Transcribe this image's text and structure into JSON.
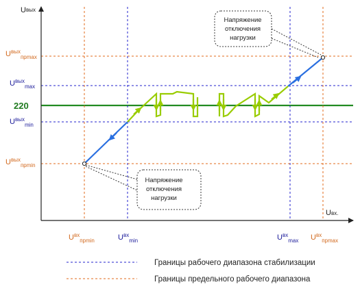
{
  "axes": {
    "y_label_main": "U",
    "y_label_sub": "вых",
    "x_label_main": "U",
    "x_label_sub": "вх."
  },
  "y_levels": {
    "u_out_prmax": {
      "main": "U",
      "sup": "вых",
      "sub": "прmax"
    },
    "u_out_max": {
      "main": "U",
      "sup": "вых",
      "sub": "max"
    },
    "nominal": "220",
    "u_out_min": {
      "main": "U",
      "sup": "вых",
      "sub": "min"
    },
    "u_out_prmin": {
      "main": "U",
      "sup": "вых",
      "sub": "прmin"
    }
  },
  "x_levels": {
    "u_in_prmin": {
      "main": "U",
      "sup": "вх",
      "sub": "прmin"
    },
    "u_in_min": {
      "main": "U",
      "sup": "вх",
      "sub": "min"
    },
    "u_in_max": {
      "main": "U",
      "sup": "вх",
      "sub": "max"
    },
    "u_in_prmax": {
      "main": "U",
      "sup": "вх",
      "sub": "прmax"
    }
  },
  "notes": {
    "top": [
      "Напряжение",
      "отключения",
      "нагрузки"
    ],
    "bottom": [
      "Напряжение",
      "отключения",
      "нагрузки"
    ]
  },
  "legend": {
    "working_range": "Границы рабочего диапазона стабилизации",
    "limit_range": "Границы предельного рабочего диапазона"
  },
  "colors": {
    "working_range_line": "#2222cc",
    "limit_range_line": "#e06a1a",
    "nominal_line": "#228b22",
    "operating_curve": "#99cc00",
    "unregulated_segment": "#2a6fe0"
  }
}
